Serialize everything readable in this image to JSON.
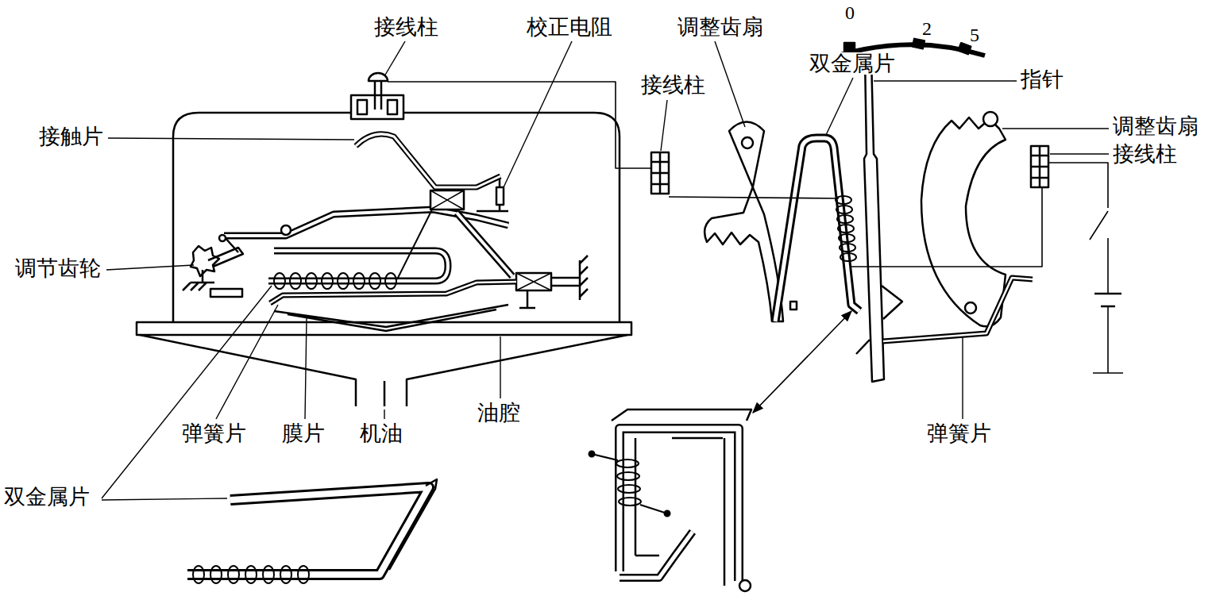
{
  "diagram": {
    "labels": [
      "接线柱",
      "校正电阻",
      "调整齿扇",
      "0",
      "2",
      "5",
      "双金属片",
      "指针",
      "接线柱",
      "接触片",
      "调整齿扇",
      "接线柱",
      "调节齿轮",
      "弹簧片",
      "膜片",
      "机油",
      "油腔",
      "弹簧片",
      "双金属片"
    ]
  }
}
